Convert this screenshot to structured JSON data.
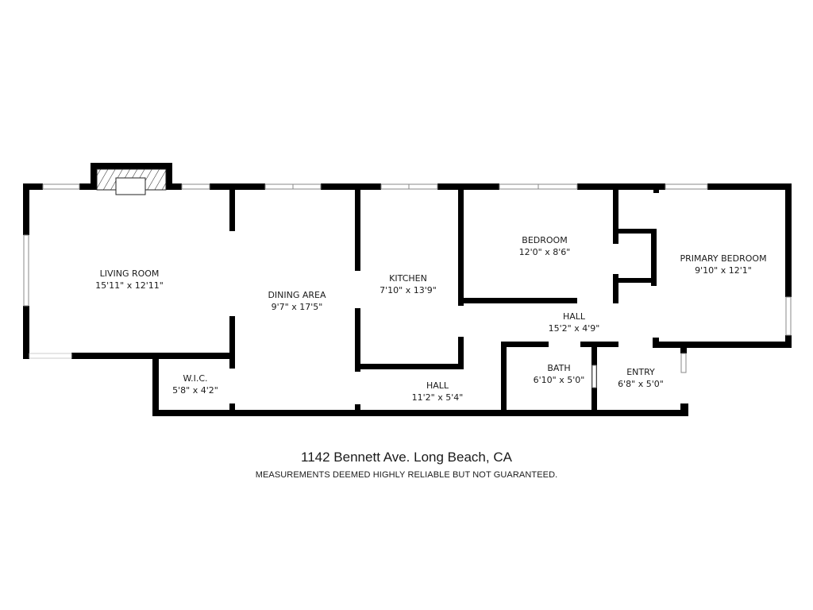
{
  "colors": {
    "wall": "#000000",
    "background": "#ffffff",
    "text": "#1a1a1a",
    "window": "#9a9a9a"
  },
  "rooms": [
    {
      "id": "living-room",
      "name": "LIVING ROOM",
      "dims": "15'11\" x 12'11\""
    },
    {
      "id": "dining-area",
      "name": "DINING AREA",
      "dims": "9'7\" x 17'5\""
    },
    {
      "id": "kitchen",
      "name": "KITCHEN",
      "dims": "7'10\" x 13'9\""
    },
    {
      "id": "bedroom",
      "name": "BEDROOM",
      "dims": "12'0\" x 8'6\""
    },
    {
      "id": "primary-bedroom",
      "name": "PRIMARY BEDROOM",
      "dims": "9'10\" x 12'1\""
    },
    {
      "id": "hall-upper",
      "name": "HALL",
      "dims": "15'2\" x 4'9\""
    },
    {
      "id": "wic",
      "name": "W.I.C.",
      "dims": "5'8\" x 4'2\""
    },
    {
      "id": "hall-lower",
      "name": "HALL",
      "dims": "11'2\" x 5'4\""
    },
    {
      "id": "bath",
      "name": "BATH",
      "dims": "6'10\" x 5'0\""
    },
    {
      "id": "entry",
      "name": "ENTRY",
      "dims": "6'8\" x 5'0\""
    }
  ],
  "footer": {
    "address": "1142 Bennett Ave. Long Beach, CA",
    "disclaimer": "MEASUREMENTS DEEMED HIGHLY RELIABLE BUT NOT GUARANTEED."
  }
}
